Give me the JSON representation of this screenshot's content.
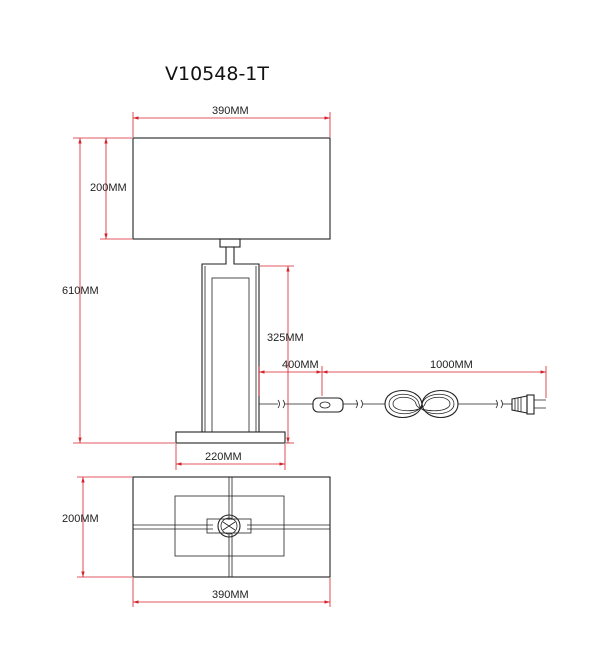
{
  "title": "V10548-1T",
  "dimensions": {
    "shade_width": "390MM",
    "shade_height": "200MM",
    "total_height": "610MM",
    "base_height": "325MM",
    "cord_to_switch": "400MM",
    "cord_length": "1000MM",
    "base_width": "220MM",
    "top_depth": "200MM",
    "top_width": "390MM"
  },
  "colors": {
    "dimension_line": "#d6202a",
    "object_line": "#222222"
  }
}
